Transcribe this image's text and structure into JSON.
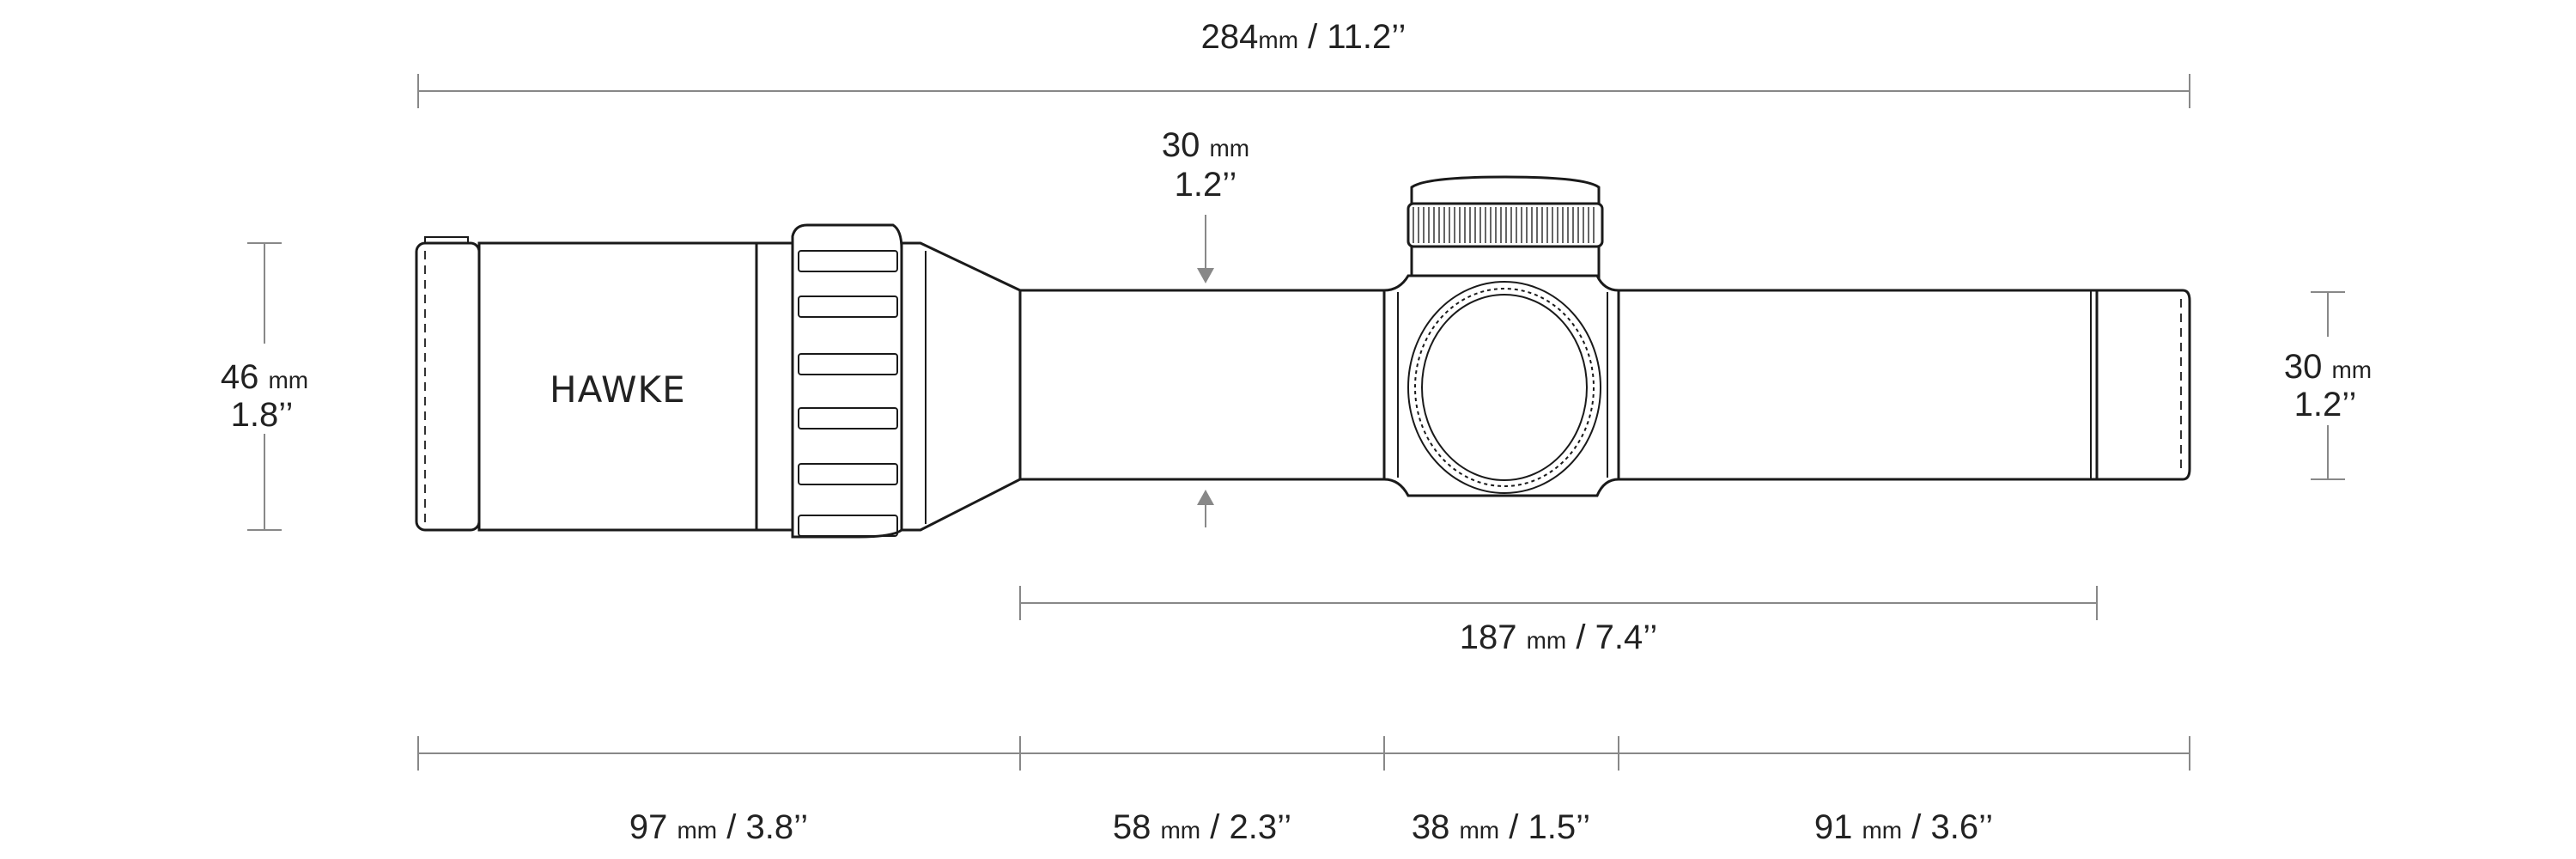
{
  "overall_length": {
    "value": "284",
    "unit": "mm",
    "imperial": " / 11.2’’"
  },
  "tube_diameter_top": {
    "value": "30 ",
    "unit": "mm",
    "imperial": "1.2’’"
  },
  "eyepiece_diameter": {
    "value": "46 ",
    "unit": "mm",
    "imperial": "1.8’’"
  },
  "objective_diameter": {
    "value": "30 ",
    "unit": "mm",
    "imperial": "1.2’’"
  },
  "tube_length": {
    "value": "187 ",
    "unit": "mm",
    "imperial": " / 7.4’’"
  },
  "segments": [
    {
      "value": "97 ",
      "unit": "mm",
      "imperial": " / 3.8’’"
    },
    {
      "value": "58 ",
      "unit": "mm",
      "imperial": " / 2.3’’"
    },
    {
      "value": "38 ",
      "unit": "mm",
      "imperial": " / 1.5’’"
    },
    {
      "value": "91 ",
      "unit": "mm",
      "imperial": " / 3.6’’"
    }
  ],
  "brand": "HAWKE"
}
